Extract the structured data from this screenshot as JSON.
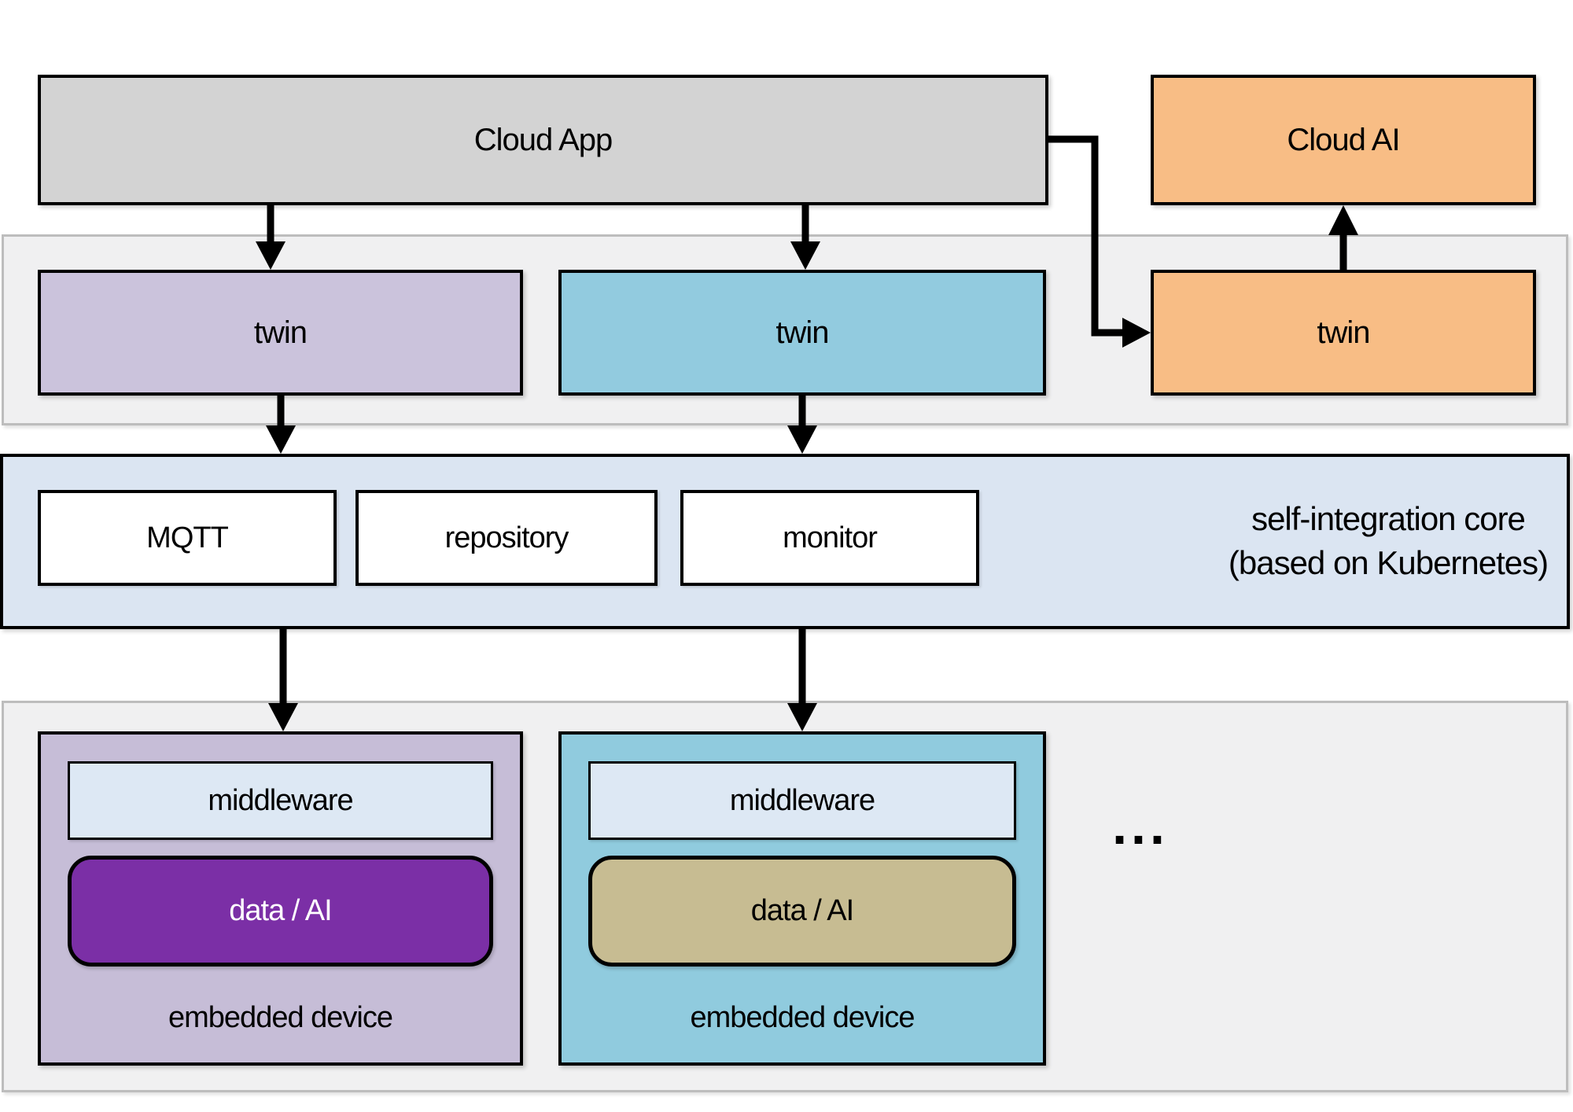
{
  "cloud_app": {
    "label": "Cloud App"
  },
  "cloud_ai": {
    "label": "Cloud AI"
  },
  "twin_layer": {
    "twins": [
      {
        "label": "twin",
        "color_key": "purple"
      },
      {
        "label": "twin",
        "color_key": "blue"
      },
      {
        "label": "twin",
        "color_key": "orange"
      }
    ]
  },
  "core": {
    "services": [
      {
        "label": "MQTT"
      },
      {
        "label": "repository"
      },
      {
        "label": "monitor"
      }
    ],
    "label_line1": "self-integration core",
    "label_line2": "(based on Kubernetes)"
  },
  "device_layer": {
    "devices": [
      {
        "middleware_label": "middleware",
        "data_ai_label": "data / AI",
        "caption": "embedded device",
        "color_key": "purple"
      },
      {
        "middleware_label": "middleware",
        "data_ai_label": "data / AI",
        "caption": "embedded device",
        "color_key": "blue"
      }
    ],
    "more_indicator": "..."
  },
  "colors": {
    "cloud_app_fill": "#d3d3d3",
    "orange_fill": "#f8bd85",
    "twin_purple_fill": "#cbc3dc",
    "twin_blue_fill": "#92cbdf",
    "band_fill": "#f0f0f1",
    "band_border": "#bdbdbd",
    "core_fill": "#dbe5f2",
    "service_box_fill": "#ffffff",
    "middleware_fill": "#dde8f4",
    "device_purple_fill": "#c6bdd7",
    "device_blue_fill": "#90cbde",
    "data_ai_purple_fill": "#7b2fa6",
    "data_ai_purple_text": "#ffffff",
    "data_ai_tan_fill": "#c7bc92",
    "arrow_color": "#000000"
  }
}
